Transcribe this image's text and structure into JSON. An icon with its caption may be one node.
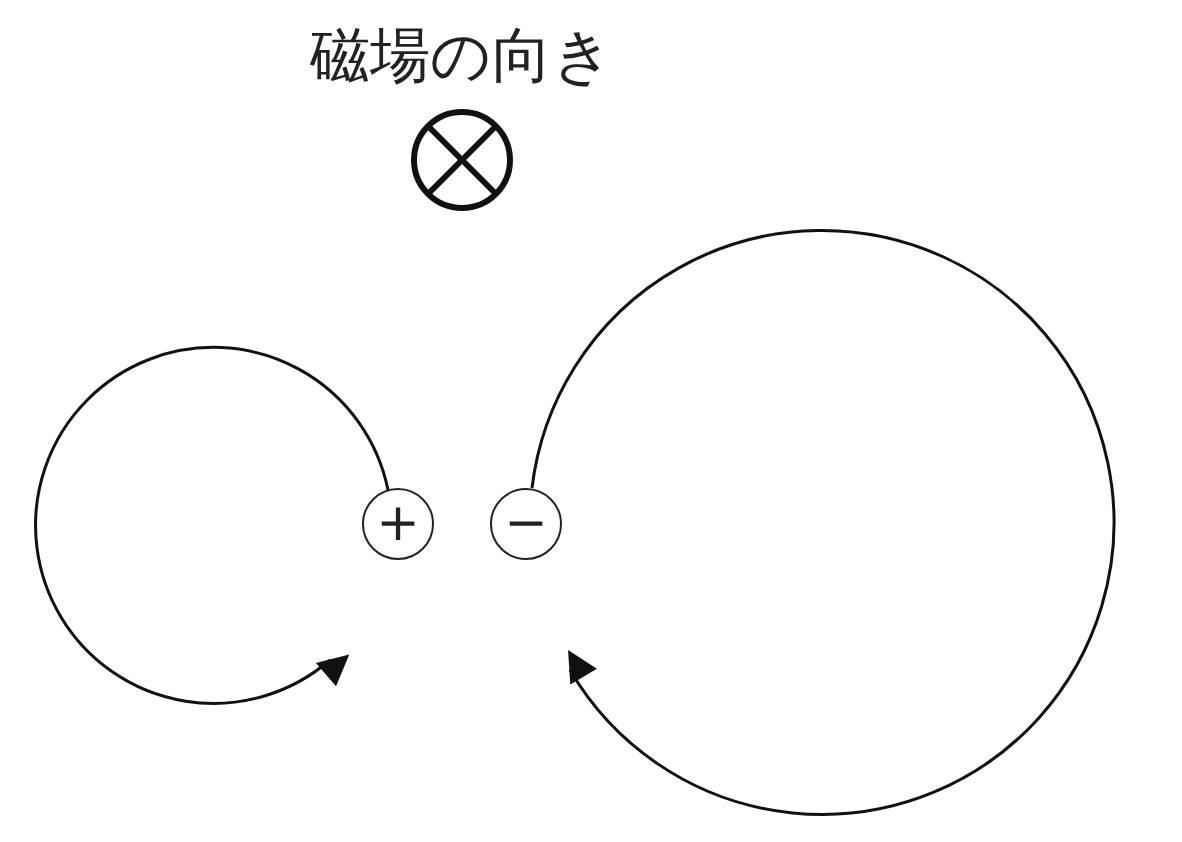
{
  "diagram": {
    "nodes": [
      {
        "text": [
          "+"
        ]
      },
      {
        "text": [
          "−"
        ]
      }
    ],
    "edges": [
      {
        "from": 0,
        "to": null,
        "arrow": "to"
      },
      {
        "from": 1,
        "to": null,
        "arrow": "to"
      }
    ],
    "labels": [
      "磁場の向き"
    ]
  }
}
